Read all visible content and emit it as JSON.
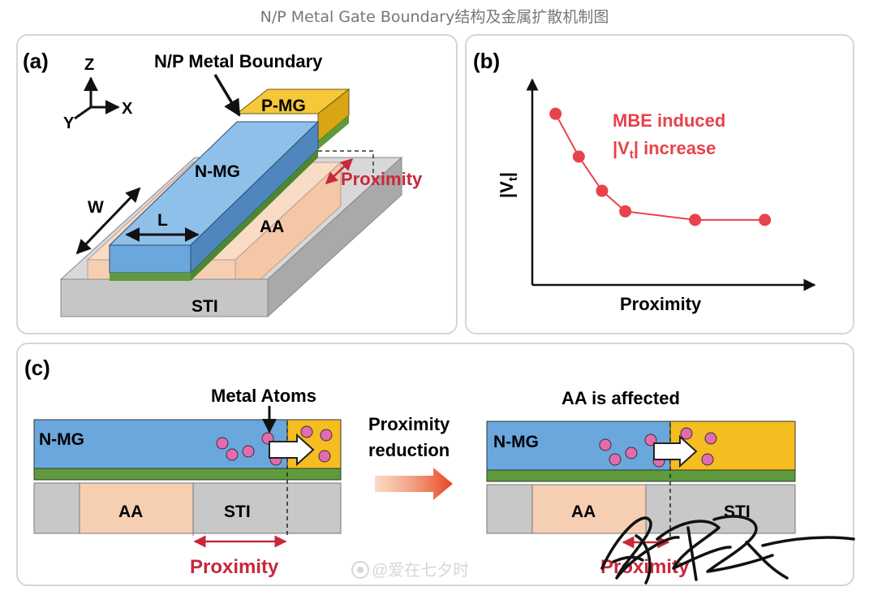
{
  "page_title": "N/P Metal Gate Boundary结构及金属扩散机制图",
  "panel_a": {
    "tag": "(a)",
    "boundary_label": "N/P Metal Boundary",
    "axis_z": "Z",
    "axis_x": "X",
    "axis_y": "Y",
    "n_mg": "N-MG",
    "p_mg": "P-MG",
    "w": "W",
    "l": "L",
    "aa": "AA",
    "sti": "STI",
    "proximity": "Proximity"
  },
  "panel_b": {
    "tag": "(b)",
    "annotation_line1": "MBE induced",
    "annotation_vt_open": "|V",
    "annotation_vt_sub": "t",
    "annotation_vt_close": "| increase",
    "ylabel_open": "|V",
    "ylabel_sub": "t",
    "ylabel_close": "|",
    "xlabel": "Proximity"
  },
  "chart_data": {
    "type": "line",
    "x": [
      1,
      2,
      3,
      4,
      7,
      10
    ],
    "y": [
      10,
      7.5,
      5.5,
      4.3,
      3.8,
      3.8
    ],
    "xlim": [
      0,
      12
    ],
    "ylim": [
      0,
      12
    ],
    "xlabel": "Proximity",
    "ylabel": "|Vt|",
    "color": "#e8424a",
    "tick_labels": false,
    "grid": false
  },
  "panel_c": {
    "tag": "(c)",
    "metal_atoms": "Metal Atoms",
    "n_mg_left": "N-MG",
    "aa_left": "AA",
    "sti_left": "STI",
    "proximity_left": "Proximity",
    "reduction_line1": "Proximity",
    "reduction_line2": "reduction",
    "affected": "AA is affected",
    "n_mg_right": "N-MG",
    "aa_right": "AA",
    "sti_right": "STI",
    "proximity_right": "Proximity"
  },
  "watermark": "@爱在七夕时",
  "colors": {
    "n_mg": "#6aa7dc",
    "p_mg": "#f5bd1f",
    "gate_oxide": "#5f9b3c",
    "aa": "#f6cfb3",
    "sti": "#c8c8c8",
    "atom": "#e36bb0",
    "accent_red": "#c8283a",
    "chart_red": "#e8424a"
  }
}
